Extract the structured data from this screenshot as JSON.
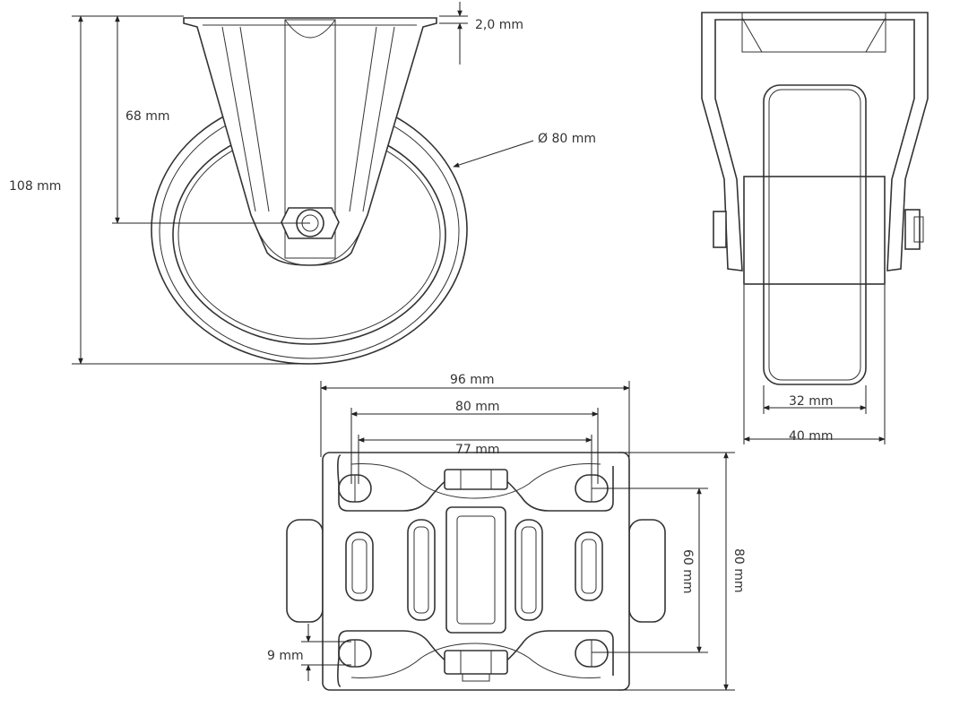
{
  "colors": {
    "line": "#333333",
    "background": "#ffffff"
  },
  "dimensions": {
    "plate_thickness": "2,0 mm",
    "axle_height": "68 mm",
    "total_height": "108 mm",
    "wheel_diameter": "Ø 80 mm",
    "wheel_width": "32 mm",
    "fork_width": "40 mm",
    "plate_width": "96 mm",
    "hole_spacing_outer": "80 mm",
    "hole_spacing_inner": "77 mm",
    "hole_spacing_vertical": "60 mm",
    "plate_length": "80 mm",
    "slot_width": "9 mm"
  }
}
